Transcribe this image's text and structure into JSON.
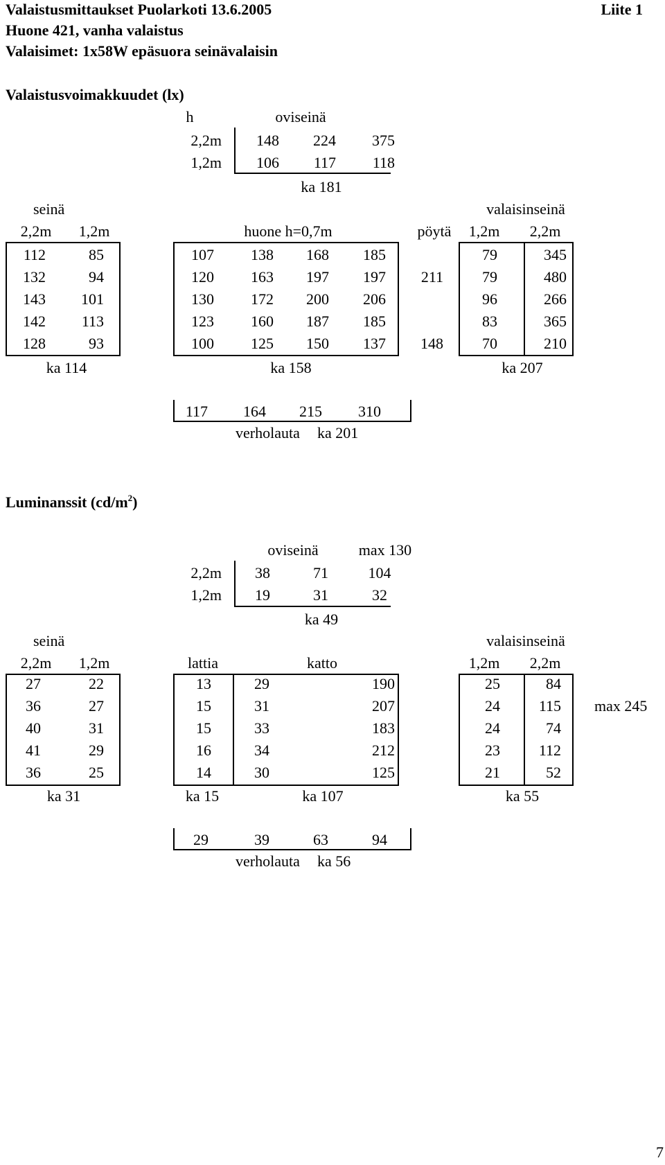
{
  "header": {
    "title": "Valaistusmittaukset Puolarkoti 13.6.2005",
    "attachment": "Liite 1",
    "room": "Huone 421, vanha valaistus",
    "luminaires": "Valaisimet: 1x58W epäsuora seinävalaisin"
  },
  "illuminance": {
    "heading": "Valaistusvoimakkuudet (lx)",
    "door_wall": {
      "h_label": "h",
      "label": "oviseinä",
      "rows": [
        {
          "h": "2,2m",
          "values": [
            "148",
            "224",
            "375"
          ]
        },
        {
          "h": "1,2m",
          "values": [
            "106",
            "117",
            "118"
          ]
        }
      ],
      "avg": "ka 181"
    },
    "wall_label": "seinä",
    "lamp_wall_label": "valaisinseinä",
    "col_headers": {
      "wall_h1": "2,2m",
      "wall_h2": "1,2m",
      "room": "huone h=0,7m",
      "table": "pöytä",
      "lamp_h1": "1,2m",
      "lamp_h2": "2,2m"
    },
    "rows": [
      {
        "wall": [
          "112",
          "85"
        ],
        "room": [
          "107",
          "138",
          "168",
          "185"
        ],
        "table": "",
        "lamp": [
          "79",
          "345"
        ]
      },
      {
        "wall": [
          "132",
          "94"
        ],
        "room": [
          "120",
          "163",
          "197",
          "197"
        ],
        "table": "211",
        "lamp": [
          "79",
          "480"
        ]
      },
      {
        "wall": [
          "143",
          "101"
        ],
        "room": [
          "130",
          "172",
          "200",
          "206"
        ],
        "table": "",
        "lamp": [
          "96",
          "266"
        ]
      },
      {
        "wall": [
          "142",
          "113"
        ],
        "room": [
          "123",
          "160",
          "187",
          "185"
        ],
        "table": "",
        "lamp": [
          "83",
          "365"
        ]
      },
      {
        "wall": [
          "128",
          "93"
        ],
        "room": [
          "100",
          "125",
          "150",
          "137"
        ],
        "table": "148",
        "lamp": [
          "70",
          "210"
        ]
      }
    ],
    "averages": {
      "wall": "ka 114",
      "room": "ka 158",
      "lamp": "ka 207"
    },
    "panel": {
      "values": [
        "117",
        "164",
        "215",
        "310"
      ],
      "label": "verholauta",
      "avg": "ka 201"
    }
  },
  "luminance": {
    "heading_pre": "Luminanssit (cd/m",
    "heading_sup": "2",
    "heading_post": ")",
    "door_wall": {
      "label": "oviseinä",
      "max": "max 130",
      "rows": [
        {
          "h": "2,2m",
          "values": [
            "38",
            "71",
            "104"
          ]
        },
        {
          "h": "1,2m",
          "values": [
            "19",
            "31",
            "32"
          ]
        }
      ],
      "avg": "ka 49"
    },
    "wall_label": "seinä",
    "lamp_wall_label": "valaisinseinä",
    "col_headers": {
      "wall_h1": "2,2m",
      "wall_h2": "1,2m",
      "floor": "lattia",
      "ceiling": "katto",
      "lamp_h1": "1,2m",
      "lamp_h2": "2,2m"
    },
    "rows": [
      {
        "wall": [
          "27",
          "22"
        ],
        "floor": "13",
        "ceiling": [
          "29",
          "190"
        ],
        "lamp": [
          "25",
          "84"
        ],
        "note": ""
      },
      {
        "wall": [
          "36",
          "27"
        ],
        "floor": "15",
        "ceiling": [
          "31",
          "207"
        ],
        "lamp": [
          "24",
          "115"
        ],
        "note": "max 245"
      },
      {
        "wall": [
          "40",
          "31"
        ],
        "floor": "15",
        "ceiling": [
          "33",
          "183"
        ],
        "lamp": [
          "24",
          "74"
        ],
        "note": ""
      },
      {
        "wall": [
          "41",
          "29"
        ],
        "floor": "16",
        "ceiling": [
          "34",
          "212"
        ],
        "lamp": [
          "23",
          "112"
        ],
        "note": ""
      },
      {
        "wall": [
          "36",
          "25"
        ],
        "floor": "14",
        "ceiling": [
          "30",
          "125"
        ],
        "lamp": [
          "21",
          "52"
        ],
        "note": ""
      }
    ],
    "averages": {
      "wall": "ka 31",
      "floor": "ka 15",
      "ceiling": "ka 107",
      "lamp": "ka 55"
    },
    "panel": {
      "values": [
        "29",
        "39",
        "63",
        "94"
      ],
      "label": "verholauta",
      "avg": "ka 56"
    }
  },
  "page_number": "7"
}
